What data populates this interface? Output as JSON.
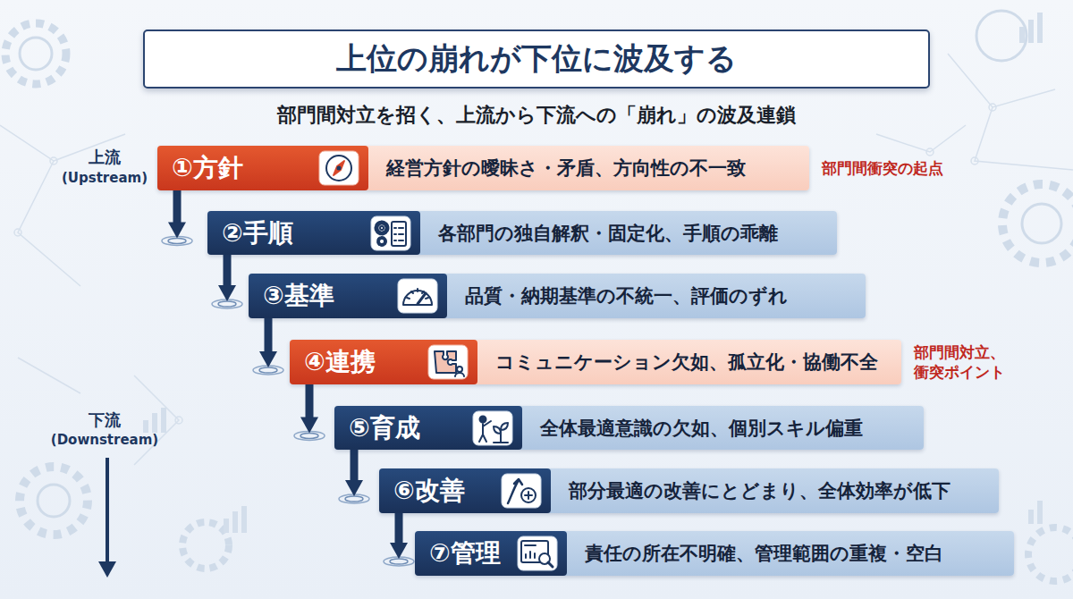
{
  "diagram": {
    "title": "上位の崩れが下位に波及する",
    "caption": "部門間対立を招く、上流から下流への「崩れ」の波及連鎖",
    "nodes": [
      {
        "text": [
          "経営方針の曖昧さ・矛盾、方向性の不一致"
        ]
      },
      {
        "text": [
          "①方針"
        ],
        "in": 0
      },
      {
        "text": [
          "各部門の独自解釈・固定化、手順の乖離"
        ]
      },
      {
        "text": [
          "②手順"
        ],
        "in": 2
      },
      {
        "text": [
          "品質・納期基準の不統一、評価のずれ"
        ]
      },
      {
        "text": [
          "③基準"
        ],
        "in": 4
      },
      {
        "text": [
          "コミュニケーション欠如、孤立化・協働不全"
        ]
      },
      {
        "text": [
          "④連携"
        ],
        "in": 6
      },
      {
        "text": [
          "全体最適意識の欠如、個別スキル偏重"
        ]
      },
      {
        "text": [
          "⑤育成"
        ],
        "in": 8
      },
      {
        "text": [
          "部分最適の改善にとどまり、全体効率が低下"
        ]
      },
      {
        "text": [
          "⑥改善"
        ],
        "in": 10
      },
      {
        "text": [
          "責任の所在不明確、管理範囲の重複・空白"
        ]
      },
      {
        "text": [
          "⑦管理"
        ],
        "in": 12
      }
    ],
    "edges": [
      {
        "from": 1,
        "to": 3,
        "arrow": "to"
      },
      {
        "from": 3,
        "to": 5,
        "arrow": "to"
      },
      {
        "from": 5,
        "to": 7,
        "arrow": "to"
      },
      {
        "from": 7,
        "to": 9,
        "arrow": "to"
      },
      {
        "from": 9,
        "to": 11,
        "arrow": "to"
      },
      {
        "from": 11,
        "to": 13,
        "arrow": "to"
      }
    ],
    "labels": [
      "上流",
      "(Upstream)",
      "下流",
      "(Downstream)",
      "部門間衝突の起点",
      "部門間対立、 衝突ポイント"
    ]
  }
}
